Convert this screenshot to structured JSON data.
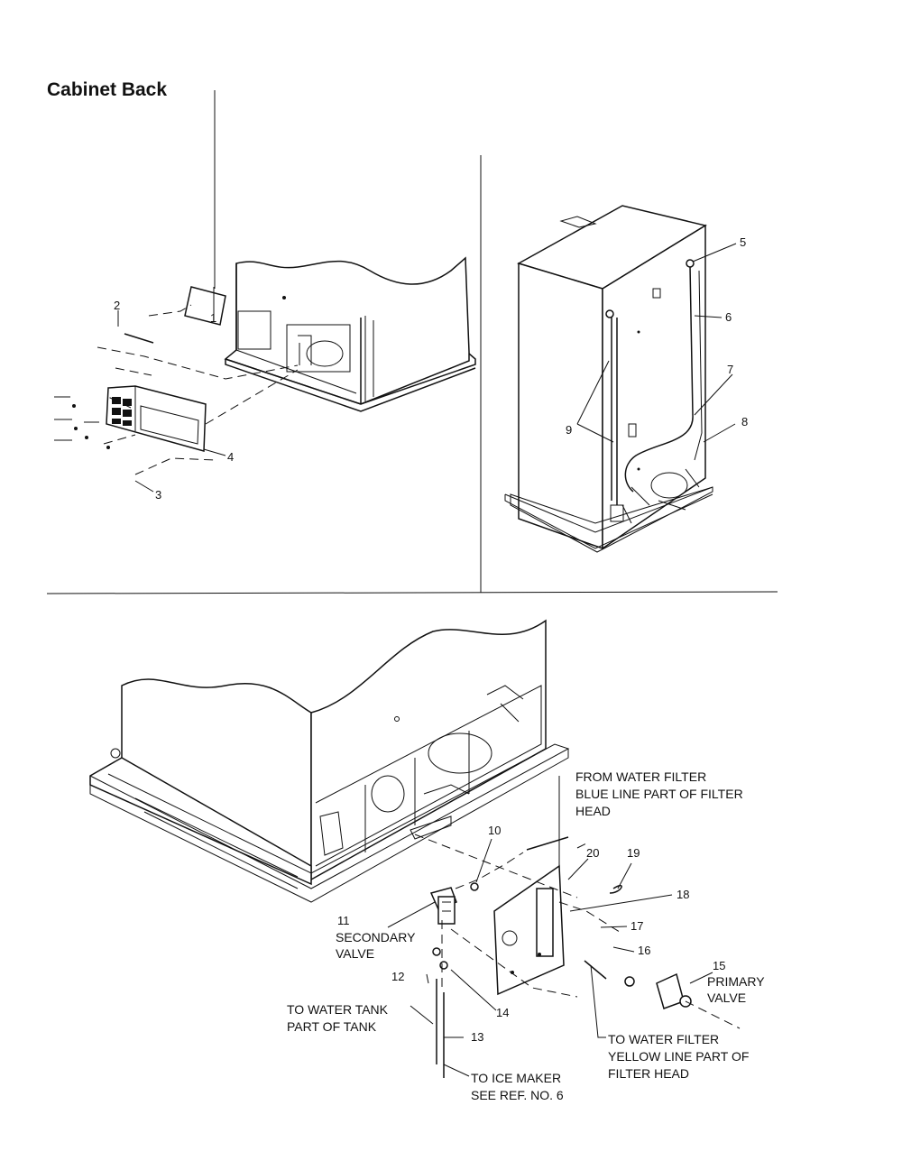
{
  "title": "Cabinet Back",
  "part_numbers": {
    "p1": "1",
    "p2": "2",
    "p3": "3",
    "p4": "4",
    "p5": "5",
    "p6": "6",
    "p7": "7",
    "p8": "8",
    "p9": "9",
    "p10": "10",
    "p11": "11",
    "p12": "12",
    "p13": "13",
    "p14": "14",
    "p15": "15",
    "p16": "16",
    "p17": "17",
    "p18": "18",
    "p19": "19",
    "p20": "20"
  },
  "callouts": {
    "blue_line": [
      "FROM WATER FILTER",
      "BLUE LINE PART OF FILTER",
      "HEAD"
    ],
    "secondary_valve": [
      "SECONDARY",
      "VALVE"
    ],
    "primary_valve": [
      "PRIMARY",
      "VALVE"
    ],
    "water_tank": [
      "TO WATER TANK",
      "PART OF TANK"
    ],
    "yellow_line": [
      "TO WATER FILTER",
      "YELLOW LINE PART OF",
      "FILTER HEAD"
    ],
    "ice_maker": [
      "TO ICE MAKER",
      "SEE REF. NO. 6"
    ]
  }
}
